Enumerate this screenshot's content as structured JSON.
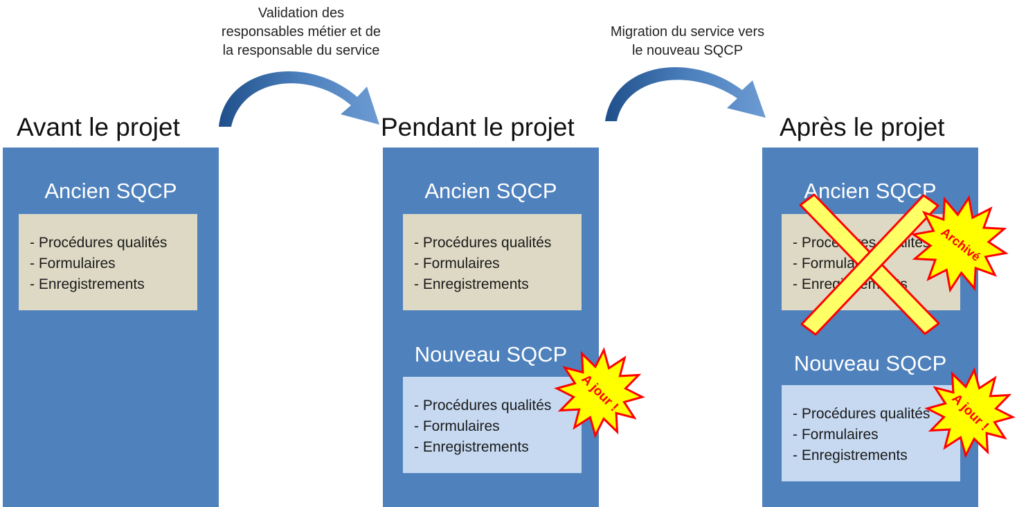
{
  "transitions": [
    {
      "caption_lines": [
        "Validation des",
        "responsables métier et de",
        "la responsable du service"
      ]
    },
    {
      "caption_lines": [
        "Migration du service vers",
        "le nouveau SQCP"
      ]
    }
  ],
  "phases": [
    {
      "title": "Avant le projet",
      "old_system": {
        "title": "Ancien SQCP",
        "items": [
          "- Procédures qualités",
          "- Formulaires",
          "- Enregistrements"
        ]
      }
    },
    {
      "title": "Pendant le projet",
      "old_system": {
        "title": "Ancien SQCP",
        "items": [
          "- Procédures qualités",
          "- Formulaires",
          "- Enregistrements"
        ]
      },
      "new_system": {
        "title": "Nouveau SQCP",
        "items": [
          "- Procédures qualités",
          "- Formulaires",
          "- Enregistrements"
        ]
      },
      "new_badge": "A jour !"
    },
    {
      "title": "Après le projet",
      "old_system": {
        "title": "Ancien SQCP",
        "items": [
          "- Procédures qualités",
          "- Formulaires",
          "- Enregistrements"
        ]
      },
      "old_badge": "Archivé",
      "new_system": {
        "title": "Nouveau SQCP",
        "items": [
          "- Procédures qualités",
          "- Formulaires",
          "- Enregistrements"
        ]
      },
      "new_badge": "A jour !"
    }
  ],
  "colors": {
    "column": "#4f81bd",
    "old_box": "#ddd9c4",
    "new_box": "#c6d9f1",
    "arrow": "#4a7ebb",
    "badge_fill": "#ffff00",
    "badge_stroke": "#ff0000",
    "cross_fill": "#ffff66",
    "cross_stroke": "#ff0000"
  }
}
